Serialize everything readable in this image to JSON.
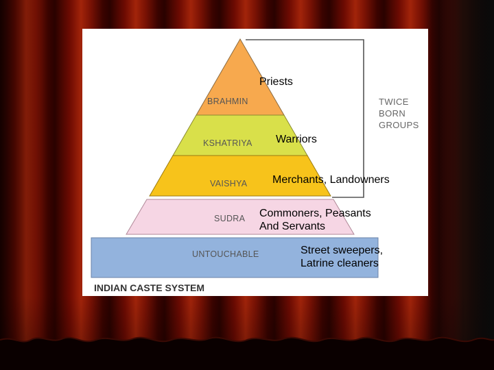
{
  "diagram": {
    "title": "INDIAN CASTE SYSTEM",
    "group_label": [
      "TWICE",
      "BORN",
      "GROUPS"
    ],
    "tiers": [
      {
        "name": "BRAHMIN",
        "description": "Priests",
        "color": "#f7a94e"
      },
      {
        "name": "KSHATRIYA",
        "description": "Warriors",
        "color": "#d9e04a"
      },
      {
        "name": "VAISHYA",
        "description": "Merchants, Landowners",
        "color": "#f7c31b"
      },
      {
        "name": "SUDRA",
        "description": "Commoners, Peasants And Servants",
        "description_lines": [
          "Commoners, Peasants",
          "And Servants"
        ],
        "color": "#f6d6e4"
      },
      {
        "name": "UNTOUCHABLE",
        "description": "Street sweepers, Latrine cleaners",
        "description_lines": [
          "Street sweepers,",
          "Latrine cleaners"
        ],
        "color": "#93b3dd"
      }
    ]
  },
  "colors": {
    "curtain": "#8c1a06",
    "background": "#ffffff",
    "bracket": "#555555"
  }
}
